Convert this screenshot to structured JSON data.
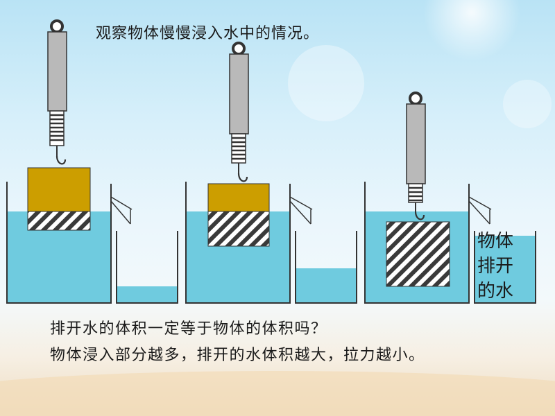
{
  "slide": {
    "title": "观察物体慢慢浸入水中的情况。",
    "question": "排开水的体积一定等于物体的体积吗？",
    "conclusion": "物体浸入部分越多，排开的水体积越大，拉力越小。"
  },
  "overflow_label": [
    "物体",
    "排开",
    "的水"
  ],
  "colors": {
    "water": "#6fcbdf",
    "block": "#cc9e00",
    "scale_body": "#b9b9b9",
    "outline": "#333333"
  }
}
